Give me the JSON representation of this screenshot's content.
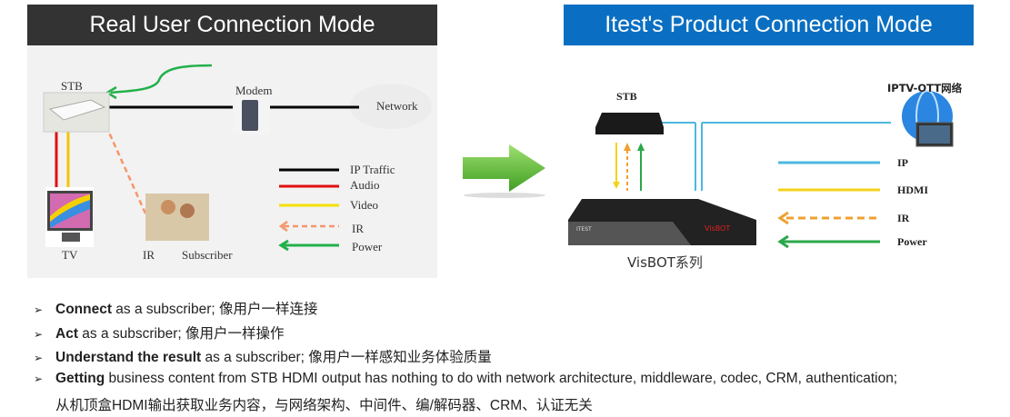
{
  "left_panel": {
    "title": "Real User Connection Mode",
    "labels": {
      "stb": "STB",
      "modem": "Modem",
      "network": "Network",
      "tv": "TV",
      "ir": "IR",
      "subscriber": "Subscriber"
    },
    "legend": [
      "IP Traffic",
      "Audio",
      "Video",
      "IR",
      "Power"
    ]
  },
  "right_panel": {
    "title": "Itest's Product Connection Mode",
    "labels": {
      "stb": "STB",
      "network": "IPTV-OTT网络",
      "device": "VisBOT系列",
      "device_brand": "VisBOT",
      "device_logo": "ITEST"
    },
    "legend": [
      "IP",
      "HDMI",
      "IR",
      "Power"
    ]
  },
  "colors": {
    "left_header": "#333333",
    "right_header": "#0a6fc2",
    "arrow_green": "#5fb83a",
    "ip": "#4cb8e0",
    "hdmi": "#f5d21c",
    "ir": "#f0a030",
    "power": "#2aa84a"
  },
  "bullets": [
    {
      "bold": "Connect",
      "text": " as a subscriber;  像用户一样连接"
    },
    {
      "bold": "Act",
      "text": " as a subscriber;  像用户一样操作"
    },
    {
      "bold": "Understand the result",
      "text": " as a subscriber; 像用户一样感知业务体验质量"
    },
    {
      "bold": "Getting",
      "text": " business content from STB HDMI output has nothing to do with network architecture, middleware, codec, CRM, authentication;",
      "line2": "从机顶盒HDMI输出获取业务内容，与网络架构、中间件、编/解码器、CRM、认证无关"
    }
  ]
}
